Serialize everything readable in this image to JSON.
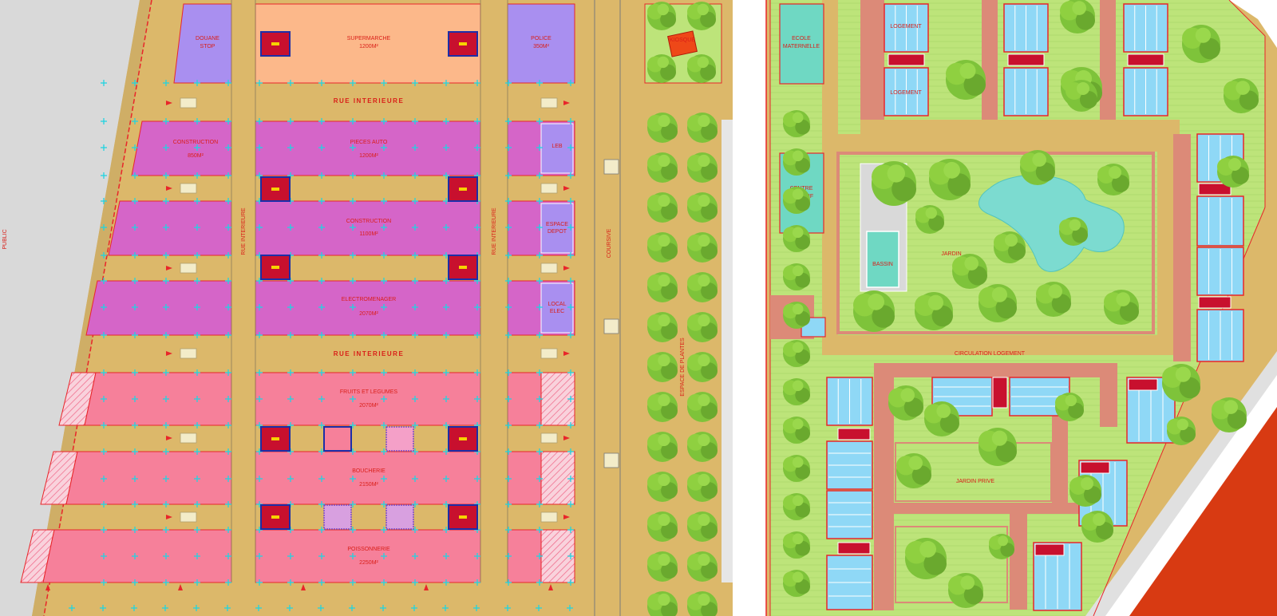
{
  "plan": {
    "market_blocks": [
      {
        "id": "row1",
        "units": [
          {
            "label": "DOUANE",
            "sub": "STOP"
          },
          {
            "label": "SUPERMARCHE",
            "sub": "1200M²"
          },
          {
            "label": "POLICE",
            "sub": "350M²"
          }
        ]
      },
      {
        "id": "row2",
        "units": [
          {
            "label": "CONSTRUCTION",
            "sub": "850M²"
          },
          {
            "label": "PIECES AUTO",
            "sub": "1200M²"
          },
          {
            "label": "LEB",
            "sub": ""
          }
        ]
      },
      {
        "id": "row3",
        "units": [
          {
            "label": "",
            "sub": ""
          },
          {
            "label": "CONSTRUCTION",
            "sub": "1100M²"
          },
          {
            "label": "ESPACE",
            "sub": "DEPOT"
          }
        ]
      },
      {
        "id": "row4",
        "units": [
          {
            "label": "",
            "sub": ""
          },
          {
            "label": "ELECTROMENAGER",
            "sub": "2070M²"
          },
          {
            "label": "LOCAL",
            "sub": "ELEC"
          }
        ]
      },
      {
        "id": "row5",
        "units": [
          {
            "label": "",
            "sub": ""
          },
          {
            "label": "FRUITS ET LEGUMES",
            "sub": "2070M²"
          },
          {
            "label": "",
            "sub": ""
          }
        ]
      },
      {
        "id": "row6",
        "units": [
          {
            "label": "",
            "sub": ""
          },
          {
            "label": "BOUCHERIE",
            "sub": "2150M²"
          },
          {
            "label": "",
            "sub": ""
          }
        ]
      },
      {
        "id": "row7",
        "units": [
          {
            "label": "",
            "sub": ""
          },
          {
            "label": "POISSONNERIE",
            "sub": "2250M²"
          },
          {
            "label": "",
            "sub": ""
          }
        ]
      }
    ],
    "streets": {
      "interior_1": "RUE INTERIEURE",
      "interior_2": "RUE INTERIEURE",
      "vertical_left": "RUE INTERIEURE",
      "vertical_right": "RUE INTERIEURE",
      "corridor": "COURSIVE",
      "parking": "ESPACE DE PLANTES",
      "public": "PUBLIC"
    },
    "residential": {
      "school": {
        "line1": "ECOLE",
        "line2": "MATERNELLE"
      },
      "sport": {
        "line1": "CENTRE",
        "line2": "SPORTIF"
      },
      "housing_a": "LOGEMENT",
      "housing_b": "LOGEMENT",
      "garden": "JARDIN",
      "pool_label": "BASSIN",
      "circulation": "CIRCULATION LOGEMENT",
      "private_garden": "JARDIN PRIVE",
      "kiosk": "KIOSQUE"
    },
    "colors": {
      "road": "#dcb86a",
      "purple": "#a98ff0",
      "peach": "#fcb88a",
      "magenta": "#d565c8",
      "pink": "#f6809a",
      "green": "#b8dd6a",
      "teal": "#6fd8c3",
      "blue": "#8fd8f6",
      "path": "#dc8a78",
      "outline": "#e8262a",
      "redzone": "#d83a12"
    }
  }
}
